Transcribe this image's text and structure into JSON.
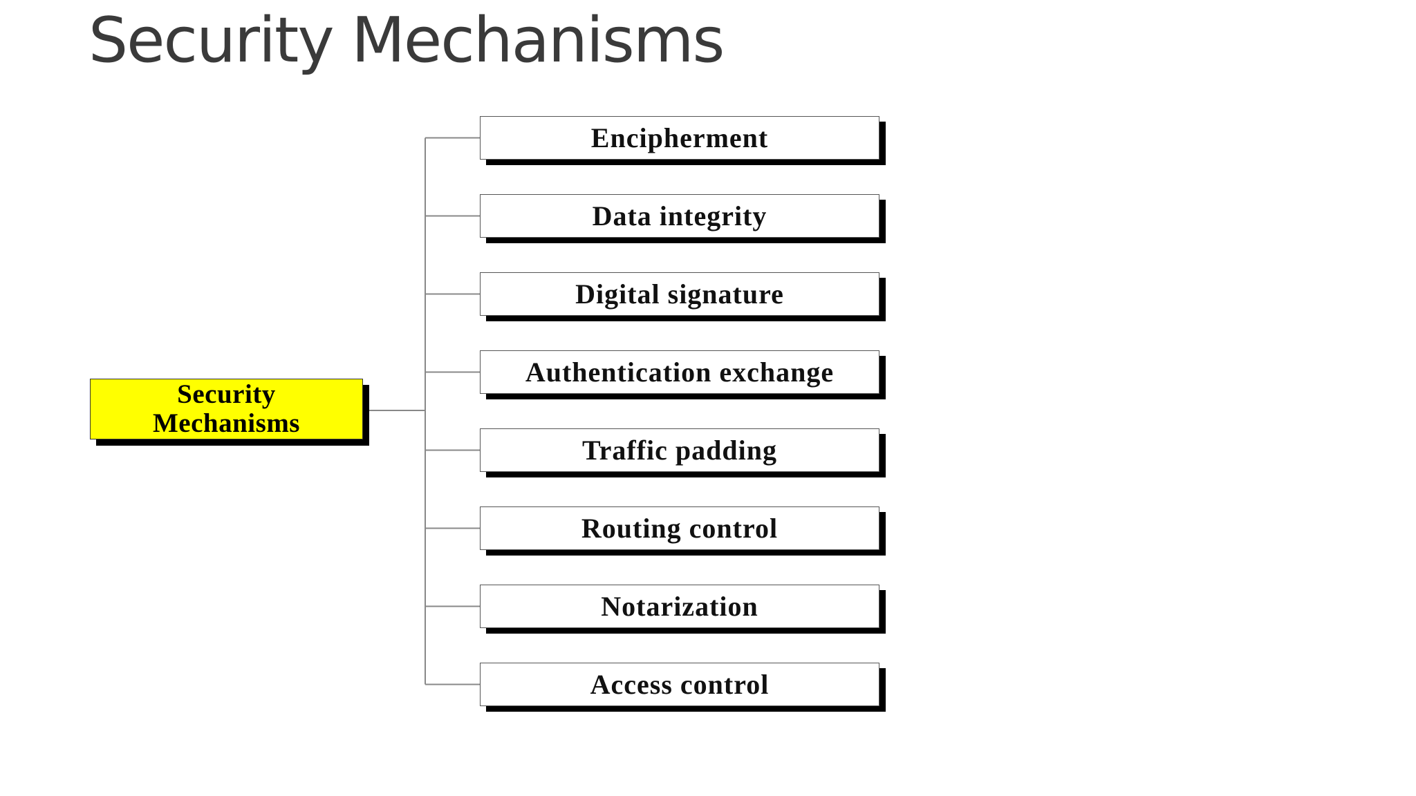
{
  "title": "Security Mechanisms",
  "diagram": {
    "root": "Security\nMechanisms",
    "mechanisms": [
      "Encipherment",
      "Data integrity",
      "Digital signature",
      "Authentication exchange",
      "Traffic padding",
      "Routing control",
      "Notarization",
      "Access control"
    ],
    "colors": {
      "root_fill": "#ffff00",
      "box_fill": "#ffffff",
      "shadow": "#000000",
      "connector": "#888888",
      "title_text": "#3a3a3a"
    }
  }
}
